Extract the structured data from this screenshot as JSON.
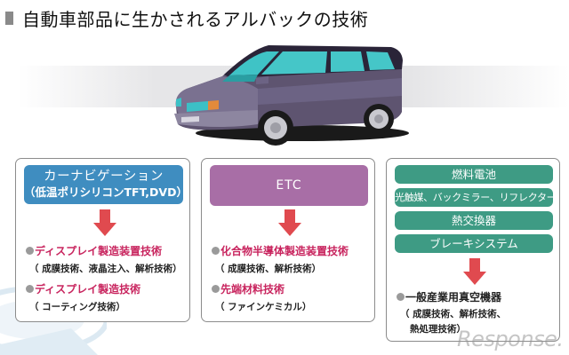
{
  "title": "自動車部品に生かされるアルバックの技術",
  "watermark": "Response.",
  "colors": {
    "title_square": "#8a8a8a",
    "band": "#e4e4e6",
    "blue_header": "#3f8dc0",
    "purple_header": "#a86ea6",
    "green_pill": "#3e9b84",
    "arrow": "#e04a4f",
    "highlight_text": "#c8245e",
    "bullet": "#9a9a9a"
  },
  "columns": [
    {
      "header": {
        "line1": "カーナビゲーション",
        "line2": "（低温ポリシリコンTFT,DVD）"
      },
      "items": [
        {
          "label": "ディスプレイ製造装置技術",
          "detail": "（ 成膜技術、液晶注入、解析技術）"
        },
        {
          "label": "ディスプレイ製造技術",
          "detail": "（ コーティング技術）"
        }
      ]
    },
    {
      "header": {
        "line1": "ETC"
      },
      "items": [
        {
          "label": "化合物半導体製造装置技術",
          "detail": "（ 成膜技術、解析技術）"
        },
        {
          "label": "先端材料技術",
          "detail": "（ ファインケミカル）"
        }
      ]
    },
    {
      "pills": [
        "燃料電池",
        "光触媒、バックミラー、リフレクター",
        "熱交換器",
        "ブレーキシステム"
      ],
      "items": [
        {
          "label": "一般産業用真空機器",
          "detail_line1": "（ 成膜技術、解析技術、",
          "detail_line2": "熱処理技術）"
        }
      ]
    }
  ],
  "icons": {
    "arrow": "down-arrow-icon",
    "vehicle": "minivan-illustration",
    "bullet": "gray-circle-bullet"
  }
}
